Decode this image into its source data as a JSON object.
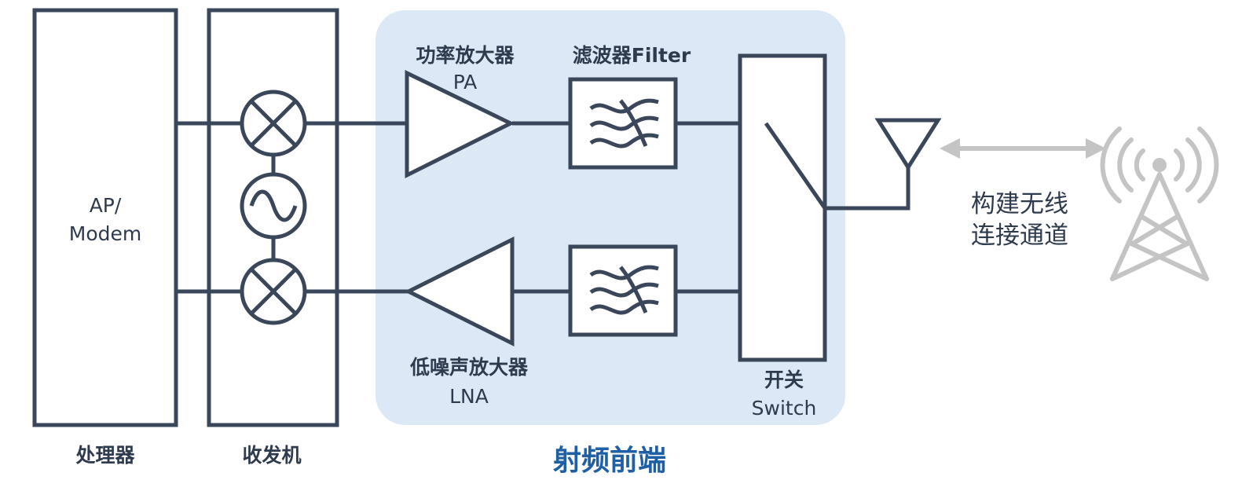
{
  "labels": {
    "processor_inner_line1": "AP/",
    "processor_inner_line2": "Modem",
    "processor": "处理器",
    "transceiver": "收发机",
    "rf_front_end": "射频前端",
    "pa_line1": "功率放大器",
    "pa_line2": "PA",
    "filter": "滤波器Filter",
    "lna_line1": "低噪声放大器",
    "lna_line2": "LNA",
    "switch_line1": "开关",
    "switch_line2": "Switch",
    "wireless_line1": "构建无线",
    "wireless_line2": "连接通道"
  },
  "colors": {
    "rf_region_fill": "#dce8f5",
    "line": "#3a4659",
    "rf_title": "#1f5fa6",
    "arrow_and_tower": "#c4c4c4"
  },
  "icons": [
    "mixer-icon",
    "oscillator-icon",
    "amplifier-icon",
    "filter-icon",
    "switch-icon",
    "antenna-icon",
    "cell-tower-icon",
    "double-arrow-icon"
  ]
}
